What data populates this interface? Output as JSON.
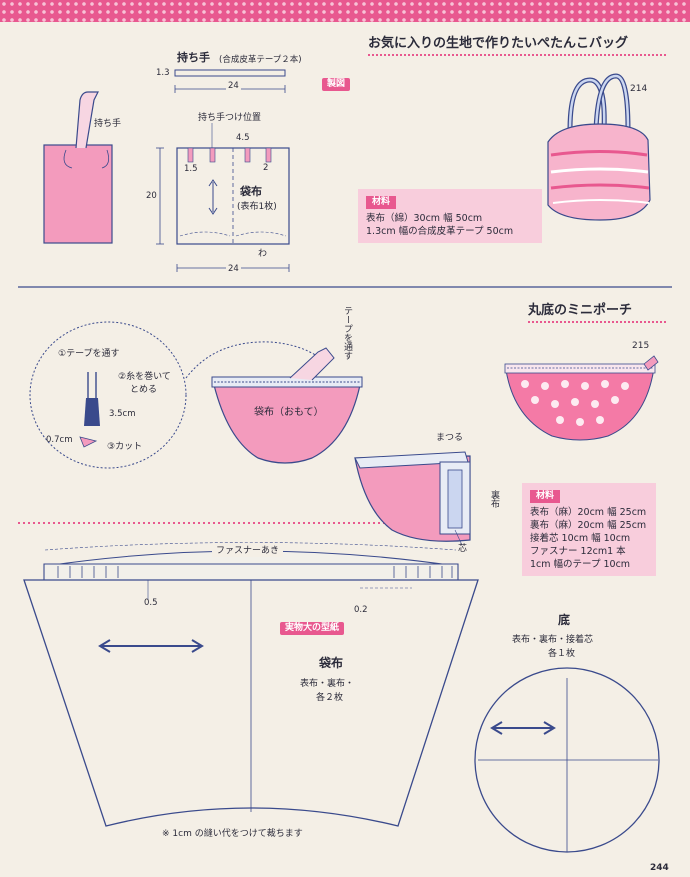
{
  "header": {
    "title1": "お気に入りの生地で作りたいぺたんこバッグ",
    "title2": "丸底のミニポーチ"
  },
  "section1": {
    "handle_title": "持ち手",
    "handle_note": "(合成皮革テープ２本)",
    "handle_width": "1.3",
    "handle_length": "24",
    "seizu_label": "製図",
    "handle_label": "持ち手",
    "handle_pos_label": "持ち手つけ位置",
    "dim_15": "1.5",
    "dim_45": "4.5",
    "dim_2": "2",
    "dim_20": "20",
    "dim_24": "24",
    "fold_label": "わ",
    "bag_label": "袋布",
    "bag_sub": "(表布1枚)",
    "item_no": "214",
    "materials_label": "材料",
    "materials": [
      "表布（綿）30cm 幅 50cm",
      "1.3cm 幅の合成皮革テープ 50cm"
    ]
  },
  "section2": {
    "tape_label": "テープを通す",
    "step1": "①テープを通す",
    "step2a": "②糸を巻いて",
    "step2b": "とめる",
    "step3": "③カット",
    "dim_35": "3.5cm",
    "dim_07": "0.7cm",
    "pouch_label": "袋布（おもて）",
    "matsuru": "まつる",
    "urafu": "裏布",
    "shin": "芯",
    "item_no": "215",
    "materials_label": "材料",
    "materials": [
      "表布（麻）20cm 幅 25cm",
      "裏布（麻）20cm 幅 25cm",
      "接着芯 10cm 幅 10cm",
      "ファスナー 12cm1 本",
      "1cm 幅のテープ 10cm"
    ]
  },
  "pattern": {
    "zipper_label": "ファスナーあき",
    "dim_05": "0.5",
    "dim_02": "0.2",
    "actual_size": "実物大の型紙",
    "bag_label": "袋布",
    "bag_sub1": "表布・裏布・",
    "bag_sub2": "各２枚",
    "note": "※ 1cm の縫い代をつけて裁ちます",
    "bottom_label": "底",
    "bottom_sub1": "表布・裏布・接着芯",
    "bottom_sub2": "各１枚"
  },
  "page_number": "244",
  "colors": {
    "accent": "#e8588f",
    "line": "#3a4a8c",
    "pinkfill": "#f39bbd"
  }
}
